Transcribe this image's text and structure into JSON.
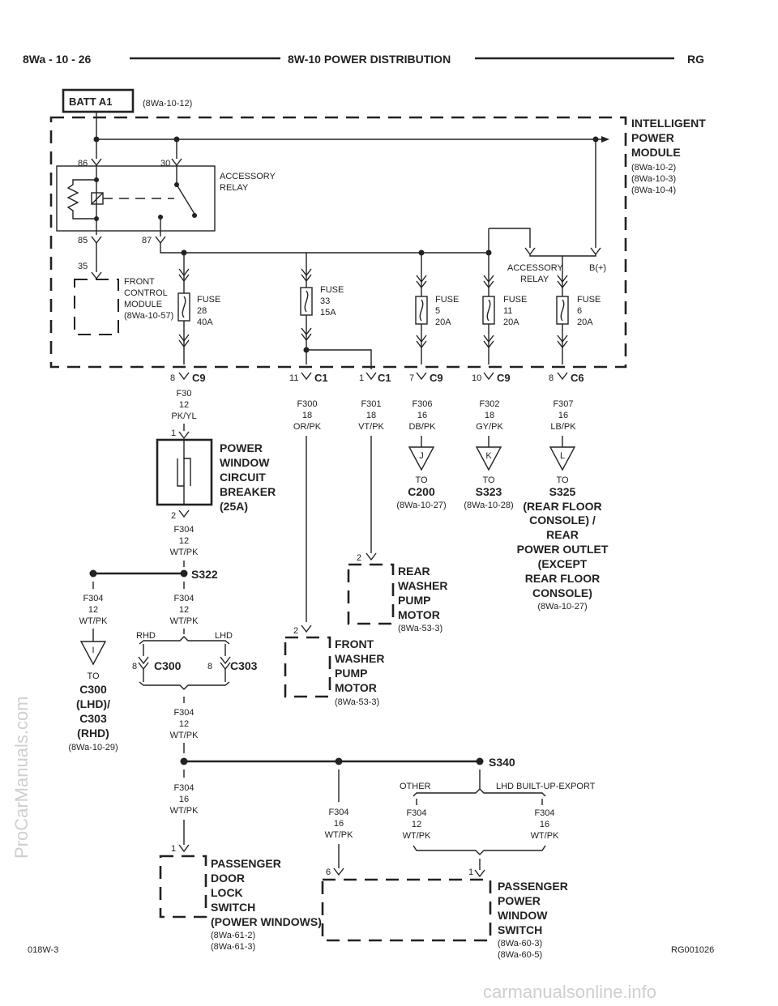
{
  "header": {
    "left": "8Wa - 10 - 26",
    "center": "8W-10 POWER DISTRIBUTION",
    "right": "RG"
  },
  "footer": {
    "left": "018W-3",
    "right": "RG001026"
  },
  "watermark": {
    "side": "ProCarManuals.com",
    "bottom": "carmanualsonline.info"
  },
  "batt": {
    "label": "BATT A1",
    "ref": "(8Wa-10-12)"
  },
  "ipm": {
    "title": [
      "INTELLIGENT",
      "POWER",
      "MODULE"
    ],
    "refs": [
      "(8Wa-10-2)",
      "(8Wa-10-3)",
      "(8Wa-10-4)"
    ]
  },
  "relay": {
    "label": [
      "ACCESSORY",
      "RELAY"
    ],
    "pins": {
      "p86": "86",
      "p30": "30",
      "p85": "85",
      "p87": "87"
    }
  },
  "fcm": {
    "pin": "35",
    "label": [
      "FRONT",
      "CONTROL",
      "MODULE",
      "(8Wa-10-57)"
    ]
  },
  "acc_relay2": {
    "label": [
      "ACCESSORY",
      "RELAY"
    ],
    "bplus": "B(+)"
  },
  "fuses": [
    {
      "lines": [
        "FUSE",
        "28",
        "40A"
      ]
    },
    {
      "lines": [
        "FUSE",
        "33",
        "15A"
      ]
    },
    {
      "lines": [
        "FUSE",
        "5",
        "20A"
      ]
    },
    {
      "lines": [
        "FUSE",
        "11",
        "20A"
      ]
    },
    {
      "lines": [
        "FUSE",
        "6",
        "20A"
      ]
    }
  ],
  "connectors": [
    {
      "pin": "8",
      "name": "C9"
    },
    {
      "pin": "11",
      "name": "C1"
    },
    {
      "pin": "1",
      "name": "C1"
    },
    {
      "pin": "7",
      "name": "C9"
    },
    {
      "pin": "10",
      "name": "C9"
    },
    {
      "pin": "8",
      "name": "C6"
    }
  ],
  "wires": {
    "f30": [
      "F30",
      "12",
      "PK/YL"
    ],
    "f300": [
      "F300",
      "18",
      "OR/PK"
    ],
    "f301": [
      "F301",
      "18",
      "VT/PK"
    ],
    "f306": [
      "F306",
      "16",
      "DB/PK"
    ],
    "f302": [
      "F302",
      "18",
      "GY/PK"
    ],
    "f307": [
      "F307",
      "16",
      "LB/PK"
    ],
    "f304a": [
      "F304",
      "12",
      "WT/PK"
    ],
    "f304b": [
      "F304",
      "12",
      "WT/PK"
    ],
    "f304c": [
      "F304",
      "12",
      "WT/PK"
    ],
    "f304d": [
      "F304",
      "12",
      "WT/PK"
    ],
    "f304e": [
      "F304",
      "16",
      "WT/PK"
    ],
    "f304f": [
      "F304",
      "16",
      "WT/PK"
    ],
    "f304g": [
      "F304",
      "12",
      "WT/PK"
    ],
    "f304h": [
      "F304",
      "16",
      "WT/PK"
    ]
  },
  "refs": {
    "j": {
      "letter": "J",
      "to": "TO",
      "name": "C200",
      "ref": "(8Wa-10-27)"
    },
    "k": {
      "letter": "K",
      "to": "TO",
      "name": "S323",
      "ref": "(8Wa-10-28)"
    },
    "l": {
      "letter": "L",
      "to": "TO",
      "lines": [
        "S325",
        "(REAR FLOOR",
        "CONSOLE) /",
        "REAR",
        "POWER OUTLET",
        "(EXCEPT",
        "REAR FLOOR",
        "CONSOLE)"
      ],
      "ref": "(8Wa-10-27)"
    },
    "i": {
      "letter": "I",
      "to": "TO",
      "lines": [
        "C300",
        "(LHD)/",
        "C303",
        "(RHD)"
      ],
      "ref": "(8Wa-10-29)"
    }
  },
  "cb": {
    "pin_top": "1",
    "pin_bot": "2",
    "label": [
      "POWER",
      "WINDOW",
      "CIRCUIT",
      "BREAKER",
      "(25A)"
    ]
  },
  "splices": {
    "s322": "S322",
    "s340": "S340"
  },
  "rhdlhd": {
    "rhd": "RHD",
    "lhd": "LHD",
    "c300_pin": "8",
    "c300": "C300",
    "c303_pin": "8",
    "c303": "C303"
  },
  "s340_branch": {
    "other": "OTHER",
    "lhd": "LHD BUILT-UP-EXPORT"
  },
  "rear_washer": {
    "pin": "2",
    "label": [
      "REAR",
      "WASHER",
      "PUMP",
      "MOTOR"
    ],
    "ref": "(8Wa-53-3)"
  },
  "front_washer": {
    "pin": "2",
    "label": [
      "FRONT",
      "WASHER",
      "PUMP",
      "MOTOR"
    ],
    "ref": "(8Wa-53-3)"
  },
  "door_lock": {
    "pin": "1",
    "label": [
      "PASSENGER",
      "DOOR",
      "LOCK",
      "SWITCH",
      "(POWER WINDOWS)"
    ],
    "refs": [
      "(8Wa-61-2)",
      "(8Wa-61-3)"
    ]
  },
  "pw_switch": {
    "pin6": "6",
    "pin1": "1",
    "label": [
      "PASSENGER",
      "POWER",
      "WINDOW",
      "SWITCH"
    ],
    "refs": [
      "(8Wa-60-3)",
      "(8Wa-60-5)"
    ]
  }
}
